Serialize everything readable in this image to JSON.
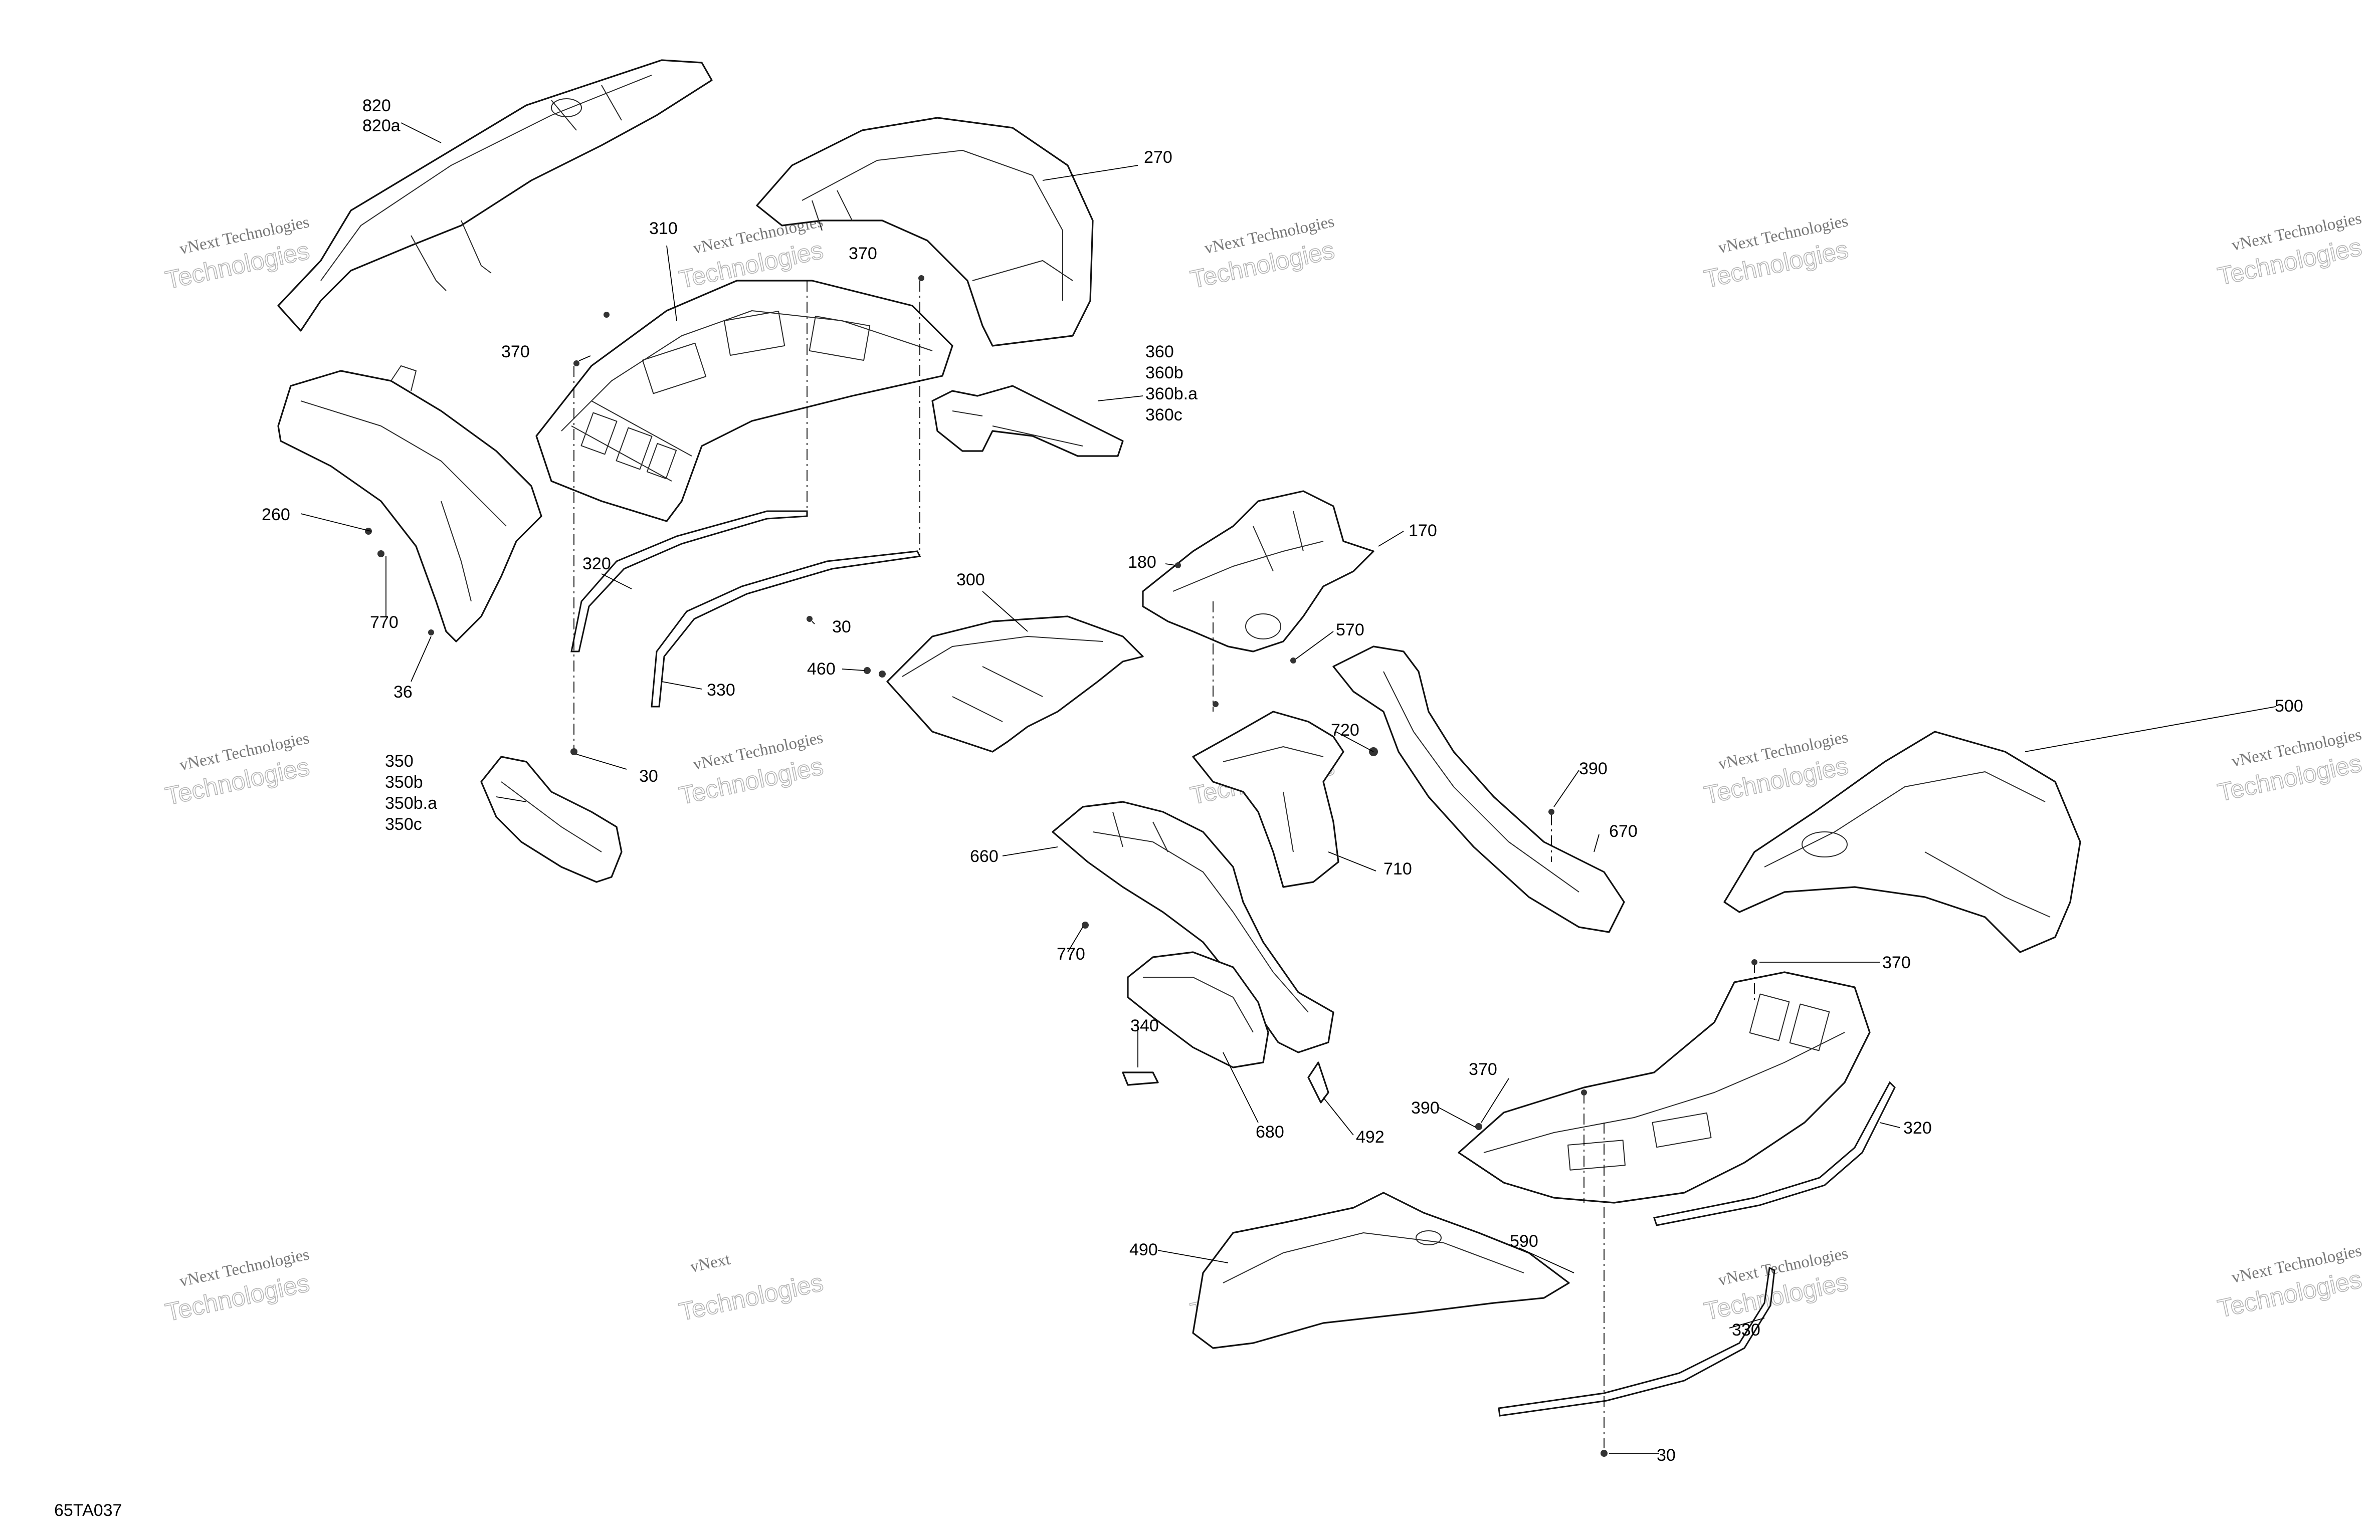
{
  "drawing_code": "65TA037",
  "watermark": {
    "line1": "vNext Technologies",
    "line2": "Technologies",
    "split_a": "vNext",
    "split_b": "Technologies"
  },
  "callouts": {
    "c820": "820",
    "c820a": "820a",
    "c270": "270",
    "c310": "310",
    "c370_top": "370",
    "c370_left": "370",
    "c360": "360",
    "c360b": "360b",
    "c360ba": "360b.a",
    "c360c": "360c",
    "c260": "260",
    "c320_left": "320",
    "c770_left": "770",
    "c36": "36",
    "c30_mid": "30",
    "c460": "460",
    "c330_left": "330",
    "c300": "300",
    "c30_left": "30",
    "c350": "350",
    "c350b": "350b",
    "c350ba": "350b.a",
    "c350c": "350c",
    "c180": "180",
    "c170": "170",
    "c570": "570",
    "c720": "720",
    "c390_upper": "390",
    "c670": "670",
    "c710": "710",
    "c660": "660",
    "c770_mid": "770",
    "c340": "340",
    "c680": "680",
    "c492": "492",
    "c500": "500",
    "c370_right": "370",
    "c370_lower": "370",
    "c390_lower": "390",
    "c320_right": "320",
    "c490": "490",
    "c590": "590",
    "c330_right": "330",
    "c30_right": "30"
  }
}
